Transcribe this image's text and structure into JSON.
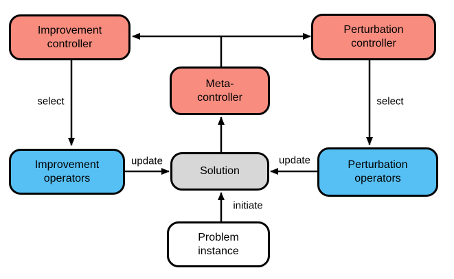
{
  "colors": {
    "controller_fill": "#F78C7F",
    "operator_fill": "#56C0F5",
    "solution_fill": "#D7D7D7",
    "problem_fill": "#FFFFFF",
    "stroke": "#000000",
    "background": "#FFFFFF"
  },
  "diagram": {
    "nodes": [
      {
        "id": "improvement_controller",
        "label": "Improvement\ncontroller",
        "fill": "#F78C7F"
      },
      {
        "id": "perturbation_controller",
        "label": "Perturbation\ncontroller",
        "fill": "#F78C7F"
      },
      {
        "id": "meta_controller",
        "label": "Meta-\ncontroller",
        "fill": "#F78C7F"
      },
      {
        "id": "improvement_operators",
        "label": "Improvement\noperators",
        "fill": "#56C0F5"
      },
      {
        "id": "perturbation_operators",
        "label": "Perturbation\noperators",
        "fill": "#56C0F5"
      },
      {
        "id": "solution",
        "label": "Solution",
        "fill": "#D7D7D7"
      },
      {
        "id": "problem_instance",
        "label": "Problem\ninstance",
        "fill": "#FFFFFF"
      }
    ],
    "edges": [
      {
        "from": "improvement_controller",
        "to": "perturbation_controller",
        "bidirectional": true
      },
      {
        "from": "meta_controller",
        "to": "controllers_arrow"
      },
      {
        "from": "improvement_controller",
        "to": "improvement_operators",
        "label": "select"
      },
      {
        "from": "perturbation_controller",
        "to": "perturbation_operators",
        "label": "select"
      },
      {
        "from": "improvement_operators",
        "to": "solution",
        "label": "update"
      },
      {
        "from": "perturbation_operators",
        "to": "solution",
        "label": "update"
      },
      {
        "from": "solution",
        "to": "meta_controller"
      },
      {
        "from": "problem_instance",
        "to": "solution",
        "label": "initiate"
      }
    ]
  }
}
